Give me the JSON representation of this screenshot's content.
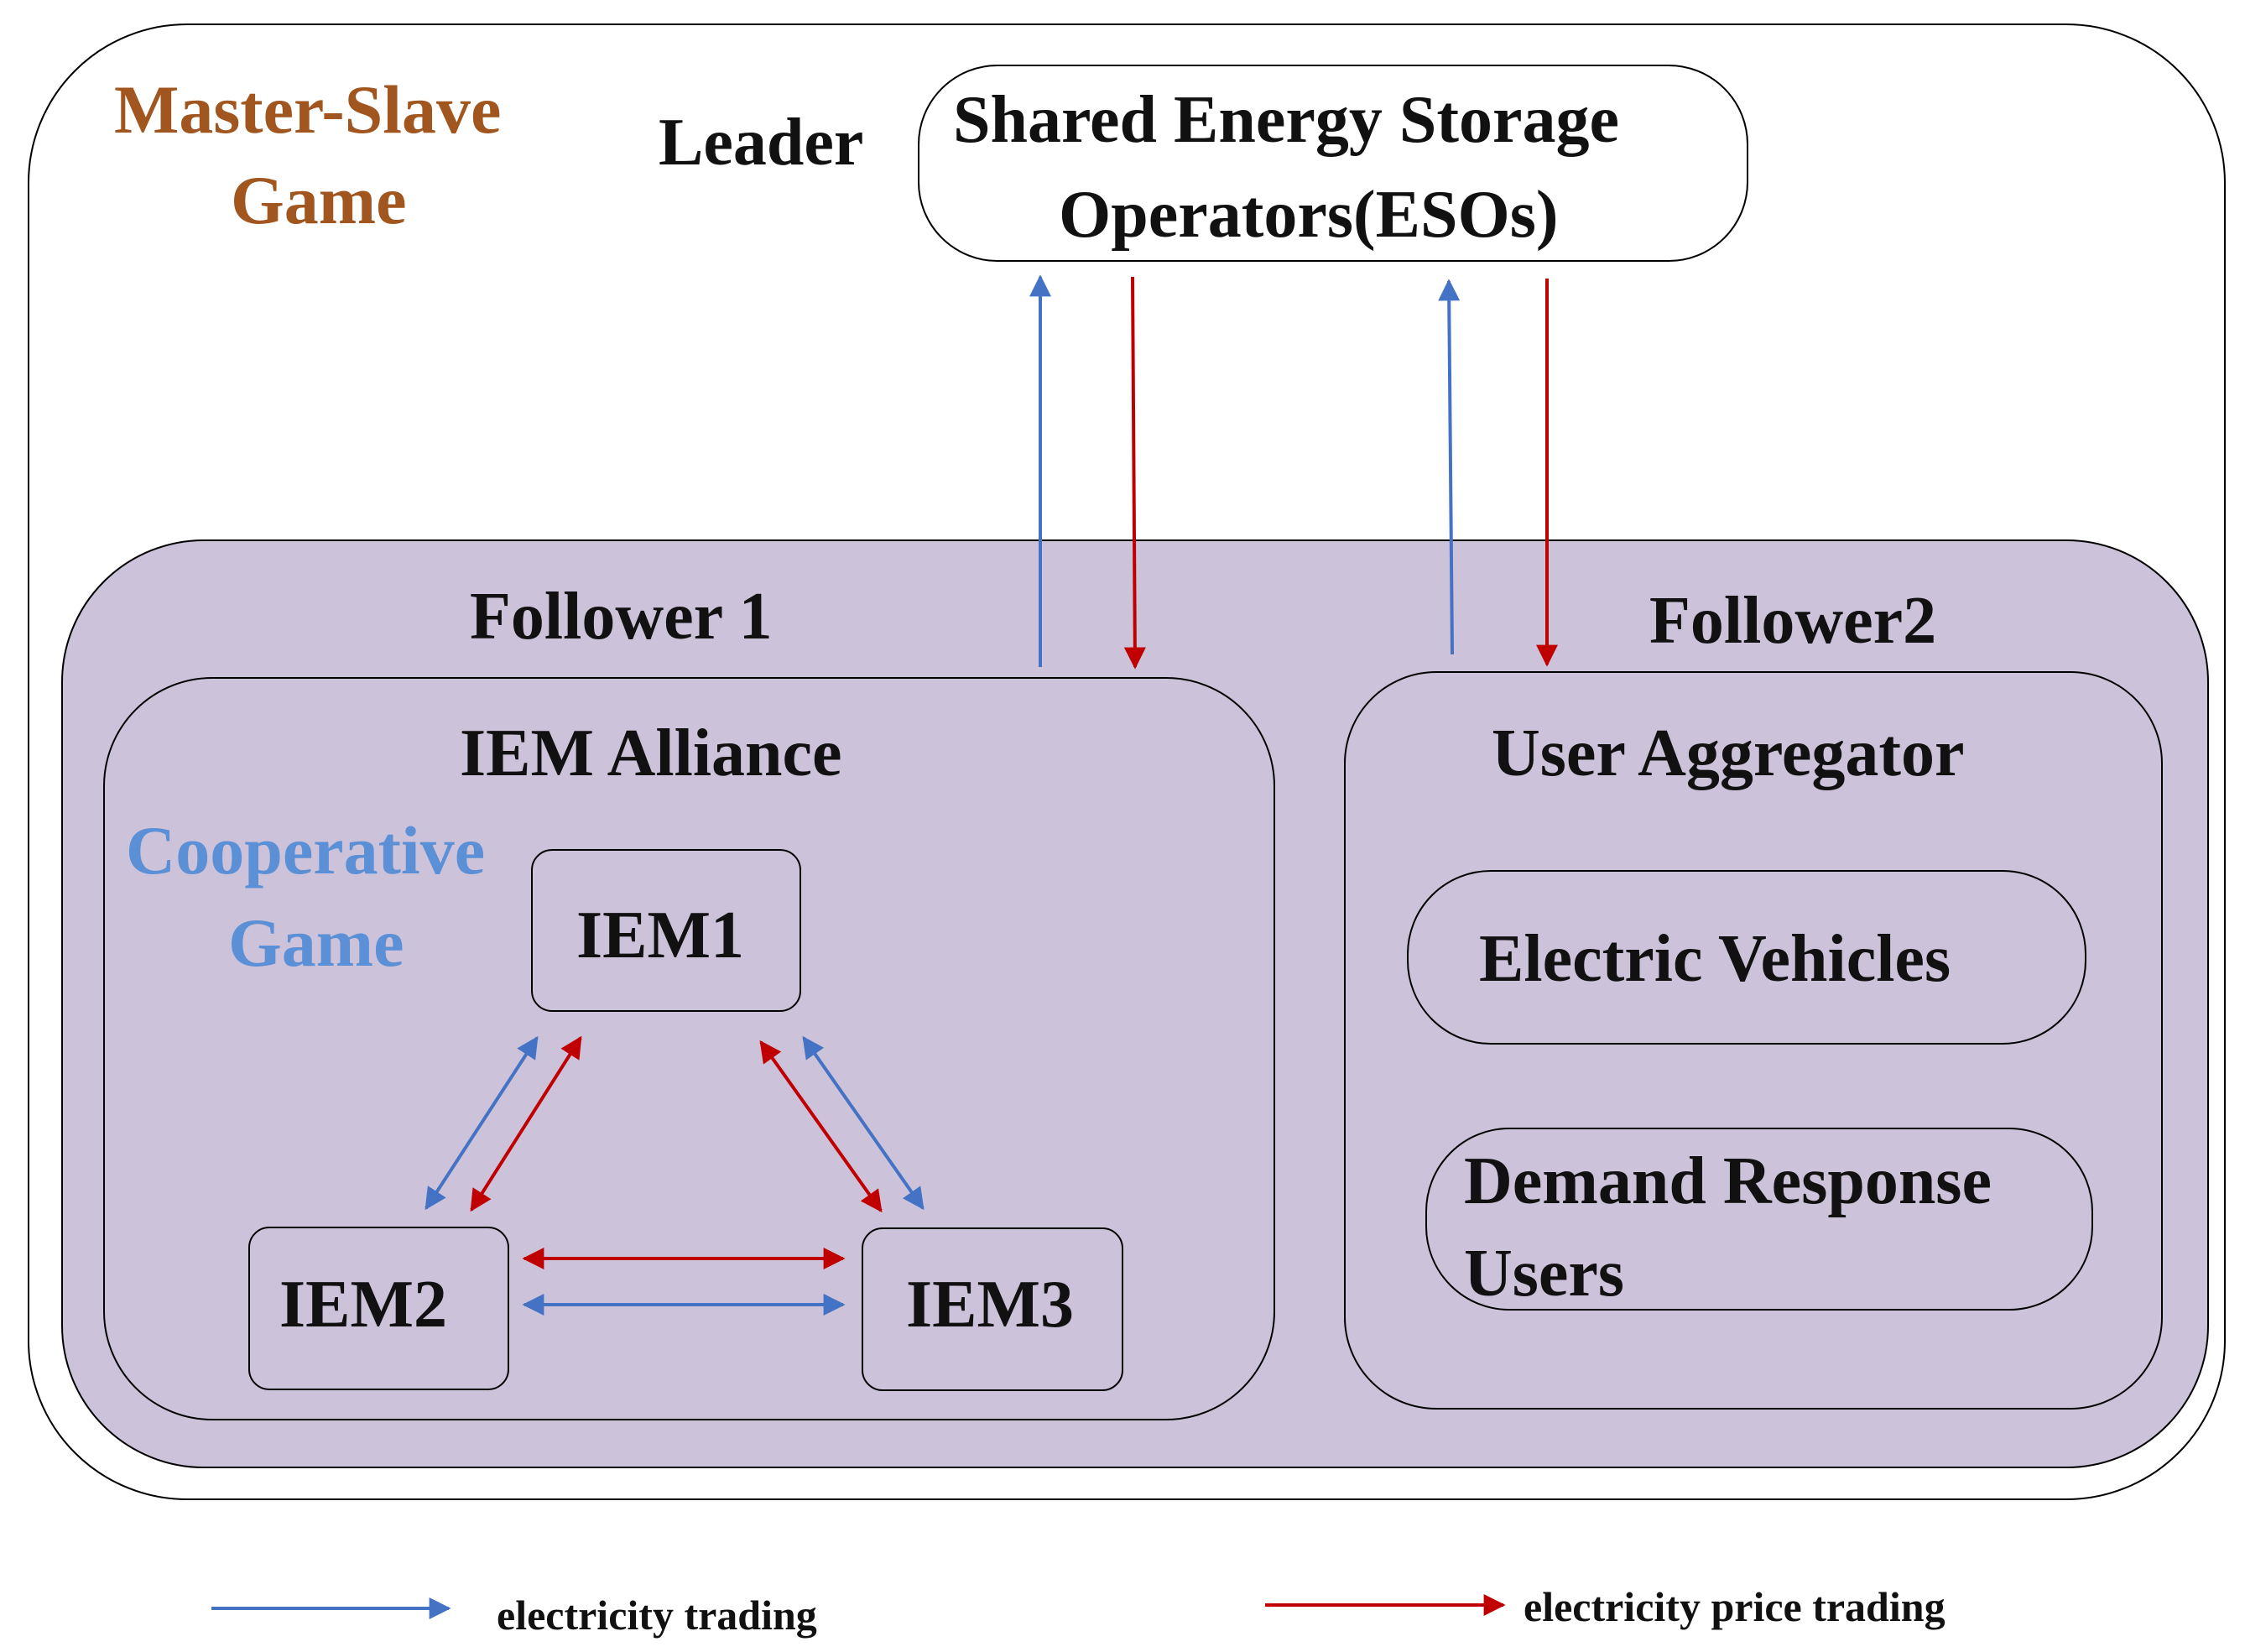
{
  "game": {
    "title_line1": "Master-Slave",
    "title_line2": "Game"
  },
  "leader": {
    "label": "Leader",
    "box_line1": "Shared Energy Storage",
    "box_line2": "Operators(ESOs)"
  },
  "follower1": {
    "label": "Follower 1",
    "alliance": "IEM Alliance",
    "cooperative_line1": "Cooperative",
    "cooperative_line2": "Game",
    "iem1": "IEM1",
    "iem2": "IEM2",
    "iem3": "IEM3"
  },
  "follower2": {
    "label": "Follower2",
    "aggregator": "User Aggregator",
    "ev": "Electric Vehicles",
    "dr_line1": "Demand Response",
    "dr_line2": "Users"
  },
  "legend": {
    "blue_label": "electricity trading",
    "red_label": "electricity price trading"
  },
  "colors": {
    "blue": "#4472C4",
    "red": "#C00000",
    "master_title": "#A0561E",
    "coop_title": "#5B8FD6",
    "follower_fill": "#CCC3DA"
  }
}
